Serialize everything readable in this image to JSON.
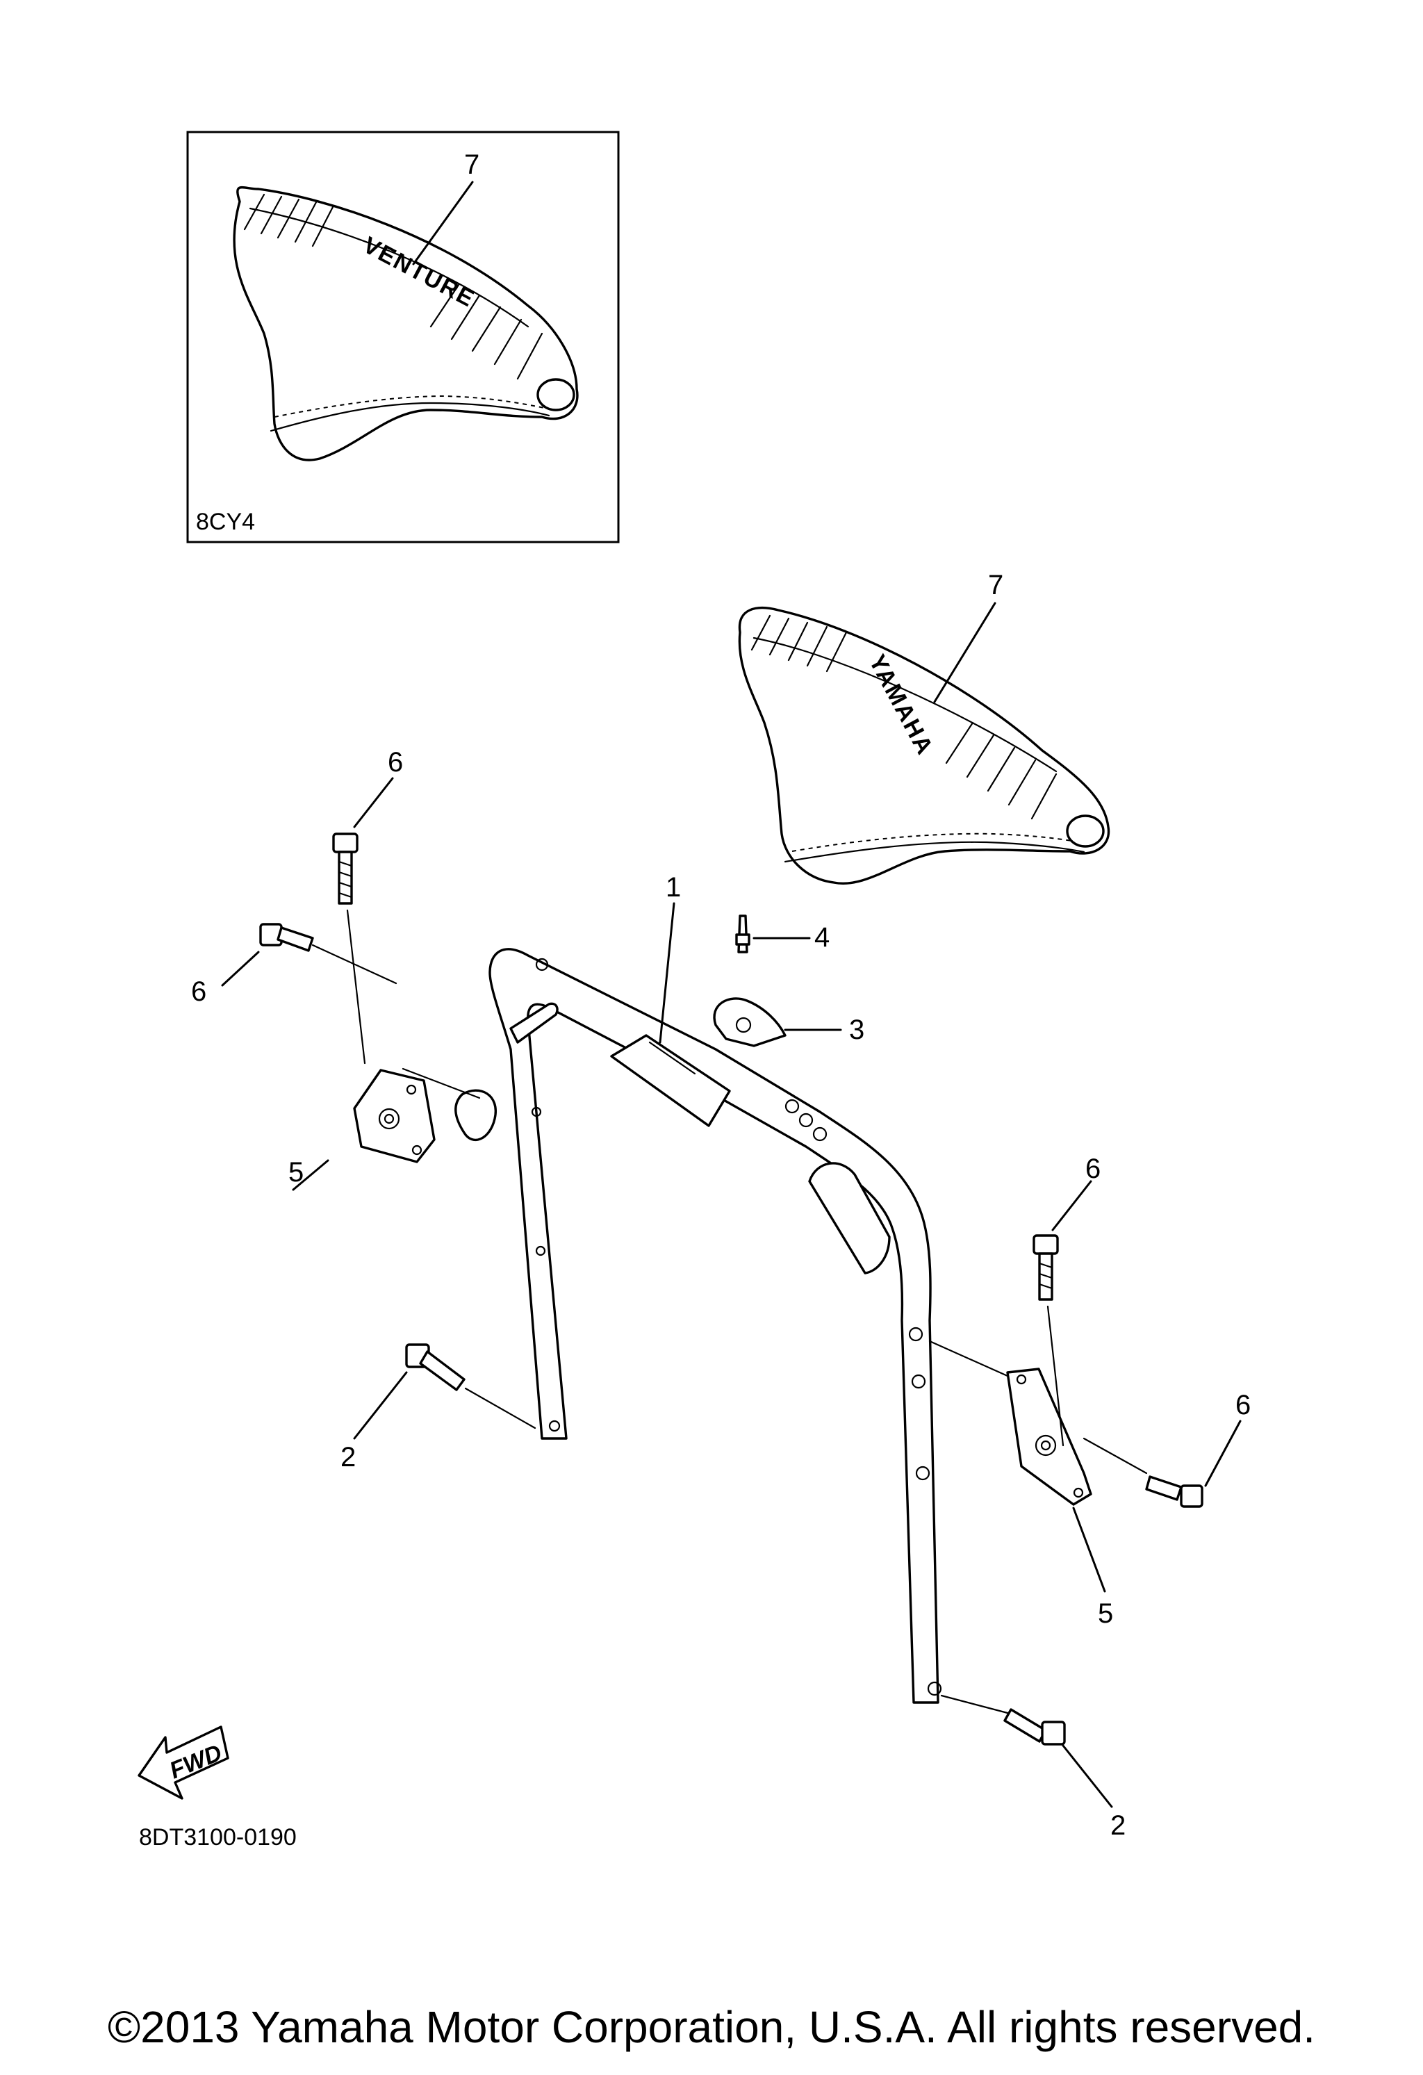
{
  "diagram": {
    "inset_code": "8CY4",
    "inset_brand": "VENTURE",
    "main_brand": "YAMAHA",
    "figure_code": "8DT3100-0190",
    "fwd_label": "FWD",
    "callouts": {
      "c1": "1",
      "c2a": "2",
      "c2b": "2",
      "c3": "3",
      "c4": "4",
      "c5a": "5",
      "c5b": "5",
      "c6a": "6",
      "c6b": "6",
      "c6c": "6",
      "c6d": "6",
      "c7a": "7",
      "c7b": "7"
    }
  },
  "footer": {
    "copyright": "©2013 Yamaha Motor Corporation, U.S.A. All rights reserved."
  }
}
